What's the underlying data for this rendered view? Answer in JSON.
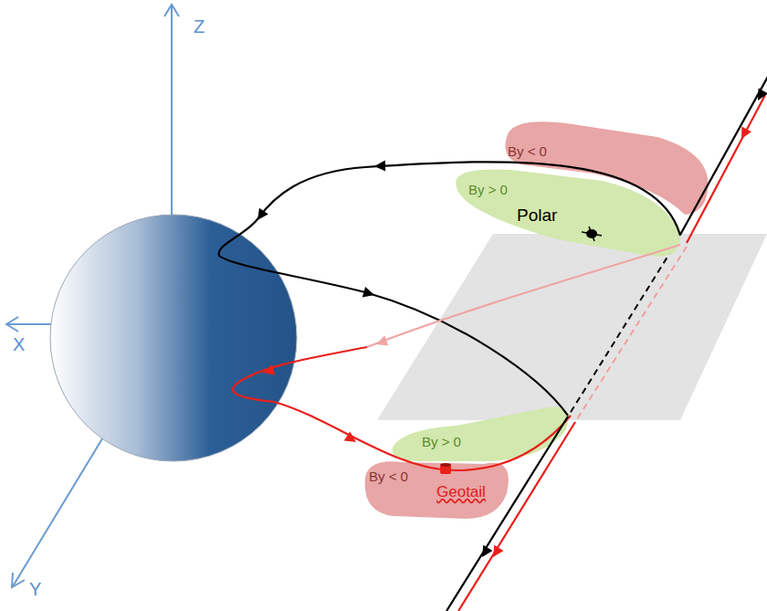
{
  "diagram": {
    "nodes": [
      {
        "text": [
          "By < 0"
        ]
      },
      {
        "text": [
          "By > 0",
          "Polar"
        ]
      },
      {
        "text": [
          "By > 0"
        ]
      },
      {
        "text": [
          "By < 0",
          "Geotail"
        ]
      }
    ],
    "labels": [
      "Z",
      "X",
      "Y"
    ]
  }
}
